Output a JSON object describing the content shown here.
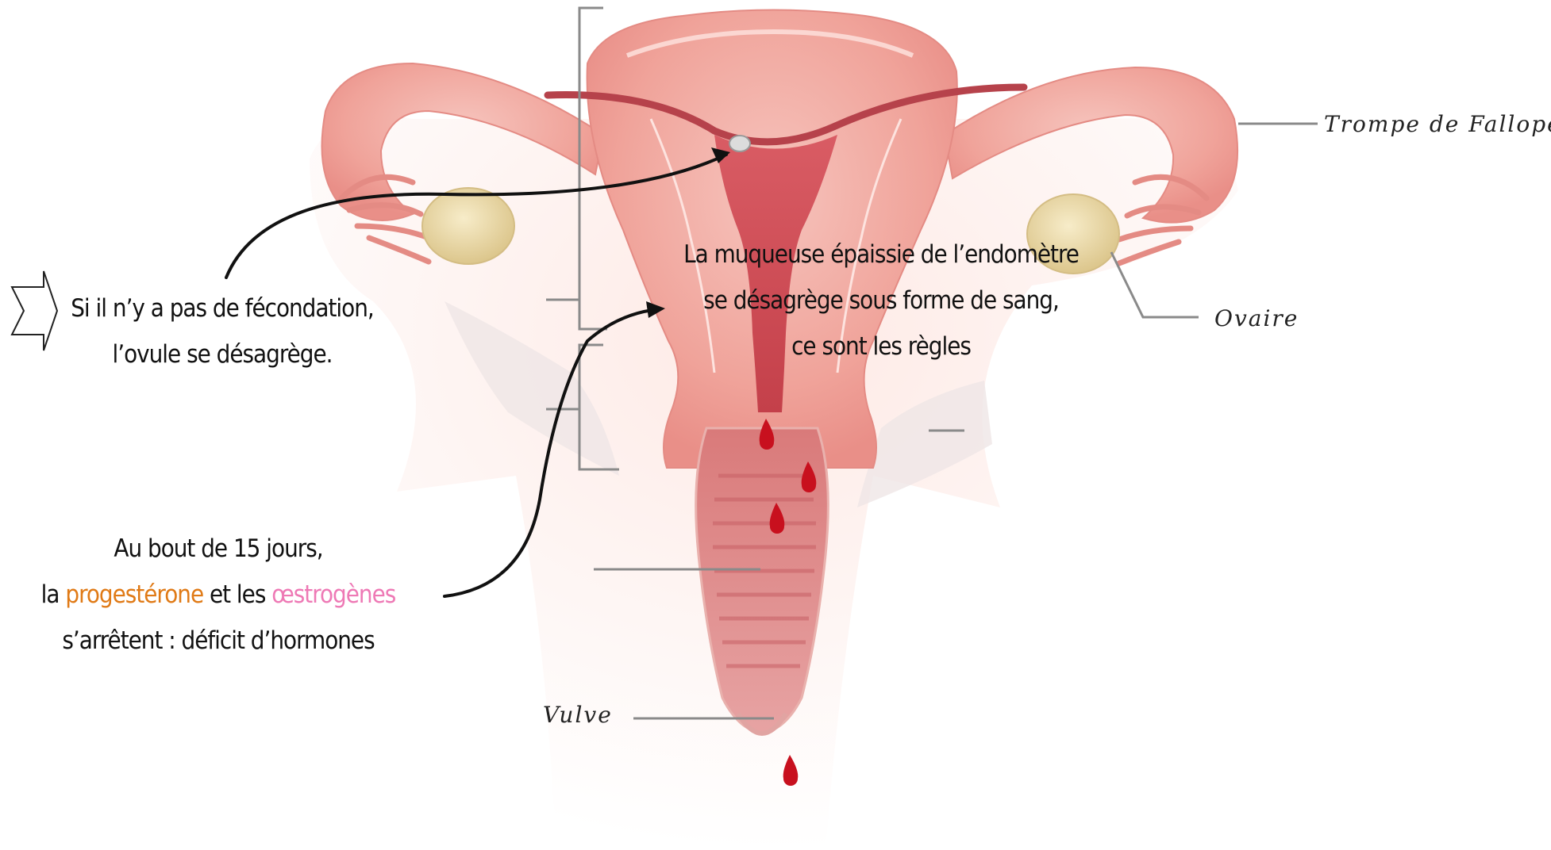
{
  "labels": {
    "fallopian_tube": "Trompe de Fallope",
    "ovary": "Ovaire",
    "vulva": "Vulve"
  },
  "annotations": {
    "no_fertilization": {
      "line1": "Si il n’y a pas de fécondation,",
      "line2": "l’ovule se désagrège."
    },
    "endometrium": {
      "line1": "La muqueuse épaissie de l’endomètre",
      "line2": "se désagrège sous forme de sang,",
      "line3": "ce sont les règles"
    },
    "hormones": {
      "line1": "Au bout de 15 jours,",
      "line2_prefix": "la ",
      "progesterone": "progestérone",
      "line2_middle": " et les ",
      "oestrogens": "œstrogènes",
      "line3": "s’arrêtent : déficit d’hormones"
    }
  },
  "colors": {
    "progesterone": "#e07a16",
    "oestrogens": "#ee79b5",
    "blood": "#c8101e",
    "tissue": "#f2a7a0",
    "ovary": "#ead9b0"
  },
  "icons": {
    "pointer": "chevron-arrow-icon",
    "drop": "blood-drop-icon"
  }
}
